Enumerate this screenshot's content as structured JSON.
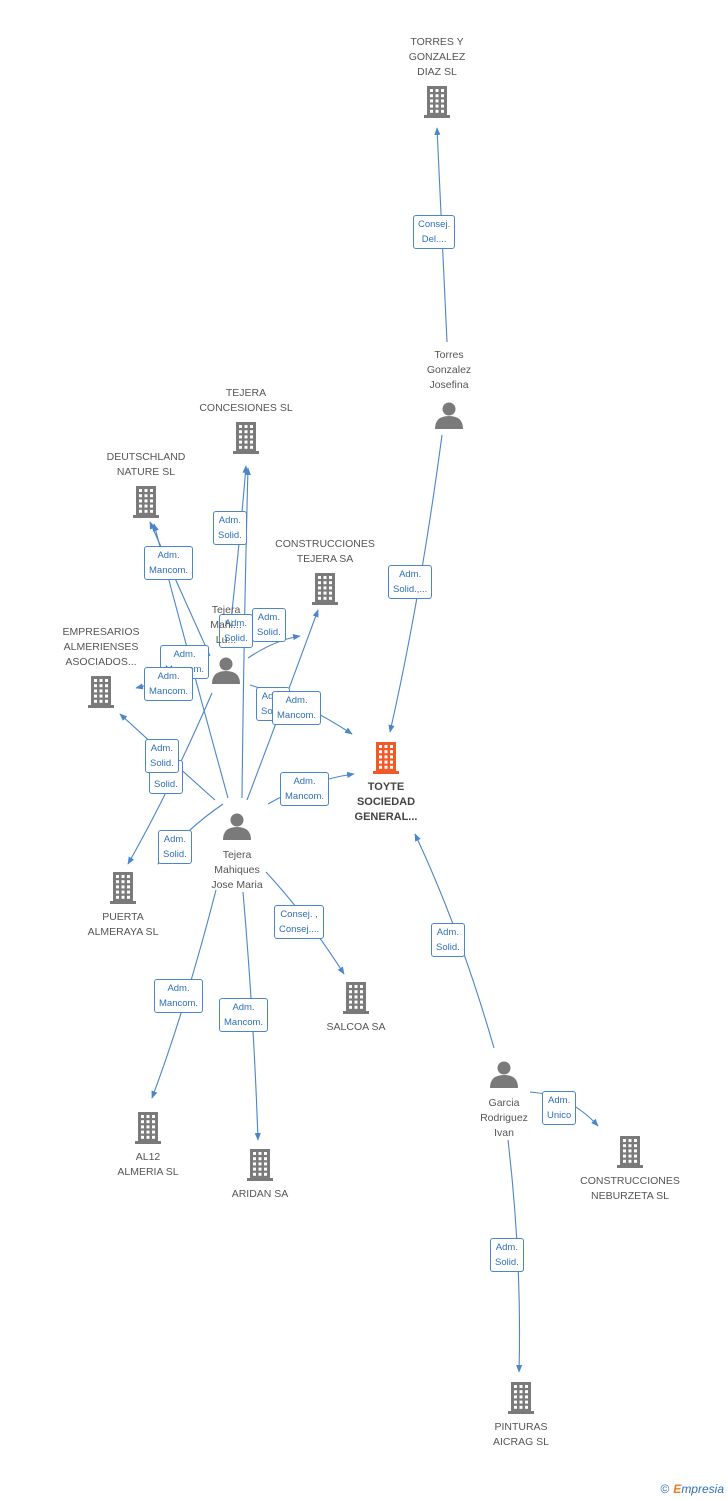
{
  "colors": {
    "edge": "#4a86c8",
    "company": "#7a7a7a",
    "target": "#f05a28",
    "person": "#7a7a7a"
  },
  "nodes": [
    {
      "id": "torres-gonzalez-diaz",
      "type": "company",
      "label": [
        "TORRES Y",
        "GONZALEZ",
        "DIAZ SL"
      ]
    },
    {
      "id": "torres-gonzalez-josefina",
      "type": "person",
      "label": [
        "Torres",
        "Gonzalez",
        "Josefina"
      ]
    },
    {
      "id": "tejera-concesiones",
      "type": "company",
      "label": [
        "TEJERA",
        "CONCESIONES SL"
      ]
    },
    {
      "id": "deutschland-nature",
      "type": "company",
      "label": [
        "DEUTSCHLAND",
        "NATURE SL"
      ]
    },
    {
      "id": "construcciones-tejera",
      "type": "company",
      "label": [
        "CONSTRUCCIONES",
        "TEJERA SA"
      ]
    },
    {
      "id": "empresarios-almerienses",
      "type": "company",
      "label": [
        "EMPRESARIOS",
        "ALMERIENSES",
        "ASOCIADOS..."
      ]
    },
    {
      "id": "tejera-mahiques-luis",
      "type": "person",
      "label": [
        "Tejera",
        "Mahi...",
        "Lu..."
      ]
    },
    {
      "id": "toyte",
      "type": "target",
      "label": [
        "TOYTE",
        "SOCIEDAD",
        "GENERAL..."
      ]
    },
    {
      "id": "tejera-mahiques-jose-maria",
      "type": "person",
      "label": [
        "Tejera",
        "Mahiques",
        "Jose Maria"
      ]
    },
    {
      "id": "puerta-almeraya",
      "type": "company",
      "label": [
        "PUERTA",
        "ALMERAYA SL"
      ]
    },
    {
      "id": "salcoa",
      "type": "company",
      "label": [
        "SALCOA SA"
      ]
    },
    {
      "id": "al12-almeria",
      "type": "company",
      "label": [
        "AL12",
        "ALMERIA SL"
      ]
    },
    {
      "id": "aridan",
      "type": "company",
      "label": [
        "ARIDAN SA"
      ]
    },
    {
      "id": "garcia-rodriguez-ivan",
      "type": "person",
      "label": [
        "Garcia",
        "Rodriguez",
        "Ivan"
      ]
    },
    {
      "id": "construcciones-neburzeta",
      "type": "company",
      "label": [
        "CONSTRUCCIONES",
        "NEBURZETA SL"
      ]
    },
    {
      "id": "pinturas-aicrag",
      "type": "company",
      "label": [
        "PINTURAS",
        "AICRAG SL"
      ]
    }
  ],
  "edges": [
    {
      "from": "torres-gonzalez-josefina",
      "to": "torres-gonzalez-diaz",
      "label": [
        "Consej.",
        "Del...."
      ]
    },
    {
      "from": "torres-gonzalez-josefina",
      "to": "toyte",
      "label": [
        "Adm.",
        "Solid.,..."
      ]
    },
    {
      "from": "tejera-mahiques-luis",
      "to": "tejera-concesiones",
      "label": [
        "Adm.",
        "Solid."
      ]
    },
    {
      "from": "tejera-mahiques-luis",
      "to": "deutschland-nature",
      "label": [
        "Adm.",
        "Mancom."
      ]
    },
    {
      "from": "tejera-mahiques-luis",
      "to": "construcciones-tejera",
      "label": [
        "Adm.",
        "Solid."
      ]
    },
    {
      "from": "tejera-mahiques-luis",
      "to": "empresarios-almerienses",
      "label": [
        "Adm.",
        "Mancom."
      ]
    },
    {
      "from": "tejera-mahiques-luis",
      "to": "toyte",
      "label": [
        "Adm.",
        "Solid."
      ]
    },
    {
      "from": "tejera-mahiques-luis",
      "to": "puerta-almeraya",
      "label": [
        "Adm.",
        "Solid."
      ]
    },
    {
      "from": "tejera-mahiques-jose-maria",
      "to": "tejera-concesiones",
      "label": [
        "Adm.",
        "Solid."
      ]
    },
    {
      "from": "tejera-mahiques-jose-maria",
      "to": "deutschland-nature",
      "label": [
        "Adm.",
        "Mancom."
      ]
    },
    {
      "from": "tejera-mahiques-jose-maria",
      "to": "construcciones-tejera",
      "label": [
        "Adm.",
        "Mancom."
      ]
    },
    {
      "from": "tejera-mahiques-jose-maria",
      "to": "empresarios-almerienses",
      "label": [
        "Adm.",
        "Solid."
      ]
    },
    {
      "from": "tejera-mahiques-jose-maria",
      "to": "toyte",
      "label": [
        "Adm.",
        "Mancom."
      ]
    },
    {
      "from": "tejera-mahiques-jose-maria",
      "to": "puerta-almeraya",
      "label": [
        "Adm.",
        "Solid."
      ]
    },
    {
      "from": "tejera-mahiques-jose-maria",
      "to": "salcoa",
      "label": [
        "Consej. ,",
        "Consej...."
      ]
    },
    {
      "from": "tejera-mahiques-jose-maria",
      "to": "al12-almeria",
      "label": [
        "Adm.",
        "Mancom."
      ]
    },
    {
      "from": "tejera-mahiques-jose-maria",
      "to": "aridan",
      "label": [
        "Adm.",
        "Mancom."
      ]
    },
    {
      "from": "garcia-rodriguez-ivan",
      "to": "toyte",
      "label": [
        "Adm.",
        "Solid."
      ]
    },
    {
      "from": "garcia-rodriguez-ivan",
      "to": "construcciones-neburzeta",
      "label": [
        "Adm.",
        "Unico"
      ]
    },
    {
      "from": "garcia-rodriguez-ivan",
      "to": "pinturas-aicrag",
      "label": [
        "Adm.",
        "Solid."
      ]
    }
  ],
  "footer": {
    "copyright": "©",
    "brand_first": "E",
    "brand_rest": "mpresia"
  }
}
